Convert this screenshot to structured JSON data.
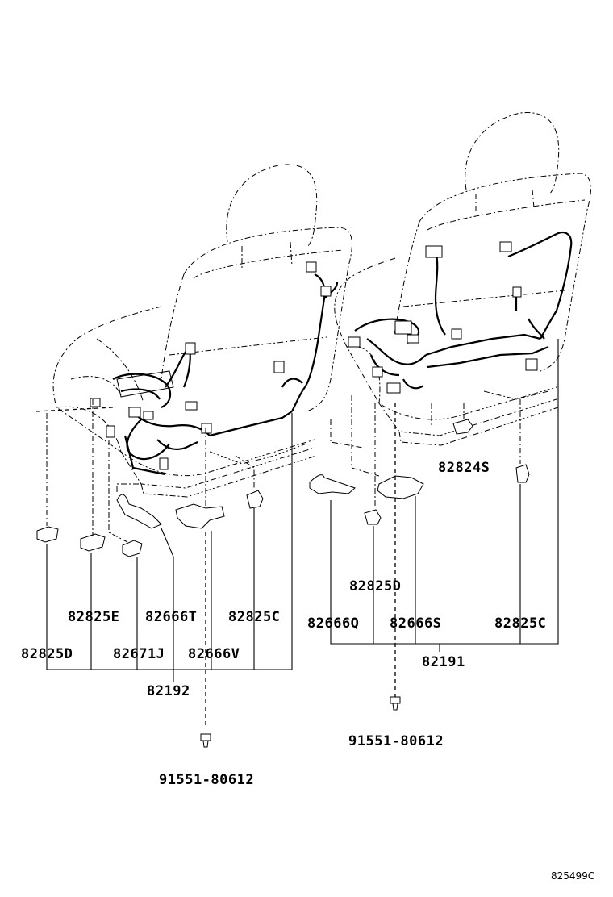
{
  "labels": {
    "lbl_82825D_a": "82825D",
    "lbl_82825E": "82825E",
    "lbl_82666T": "82666T",
    "lbl_82825C_a": "82825C",
    "lbl_82671J": "82671J",
    "lbl_82666V": "82666V",
    "lbl_82192": "82192",
    "lbl_91551_a": "91551-80612",
    "lbl_82824S": "82824S",
    "lbl_82825D_b": "82825D",
    "lbl_82666Q": "82666Q",
    "lbl_82666S": "82666S",
    "lbl_82825C_b": "82825C",
    "lbl_82191": "82191",
    "lbl_91551_b": "91551-80612"
  },
  "figure_ref": "825499C"
}
